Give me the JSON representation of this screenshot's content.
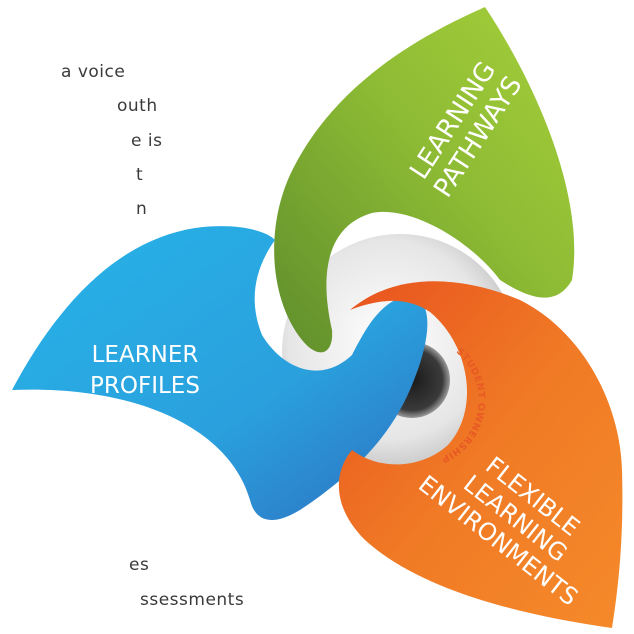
{
  "background_text": {
    "lines": [
      "a voice",
      "outh",
      "e is",
      "t",
      "n",
      "es",
      "ssessments"
    ]
  },
  "petals": {
    "learning_pathways": {
      "line1": "LEARNING",
      "line2": "PATHWAYS"
    },
    "learner_profiles": {
      "line1": "LEARNER",
      "line2": "PROFILES"
    },
    "flexible": {
      "line1": "FLEXIBLE",
      "line2": "LEARNING",
      "line3": "ENVIRONMENTS"
    }
  },
  "center": {
    "label": "STUDENT OWNERSHIP"
  },
  "colors": {
    "green_light": "#a6cf3a",
    "green_dark": "#5f8d2c",
    "blue_light": "#27b3e8",
    "blue_dark": "#2e6fbf",
    "orange_light": "#f58a2a",
    "orange_dark": "#e8521f",
    "ring_grey": "#d9d9d9",
    "ring_label": "#e85a24"
  }
}
